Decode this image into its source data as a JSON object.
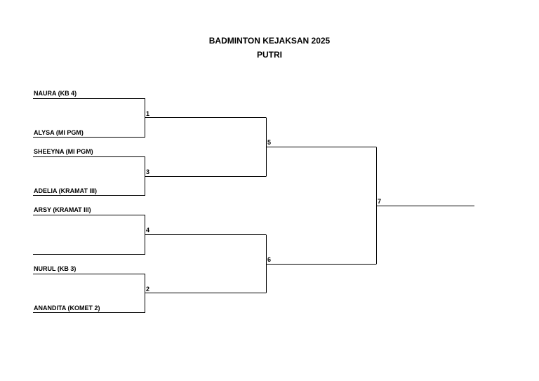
{
  "title": "BADMINTON KEJAKSAN 2025",
  "subtitle": "PUTRI",
  "players": [
    "NAURA (KB 4)",
    "ALYSA (MI PGM)",
    "SHEEYNA (MI PGM)",
    "ADELIA (KRAMAT III)",
    "ARSY (KRAMAT III)",
    "",
    "NURUL (KB 3)",
    "ANANDITA (KOMET 2)"
  ],
  "matches": {
    "r1": [
      "1",
      "3",
      "4",
      "2"
    ],
    "r2": [
      "5",
      "6"
    ],
    "final": "7"
  }
}
